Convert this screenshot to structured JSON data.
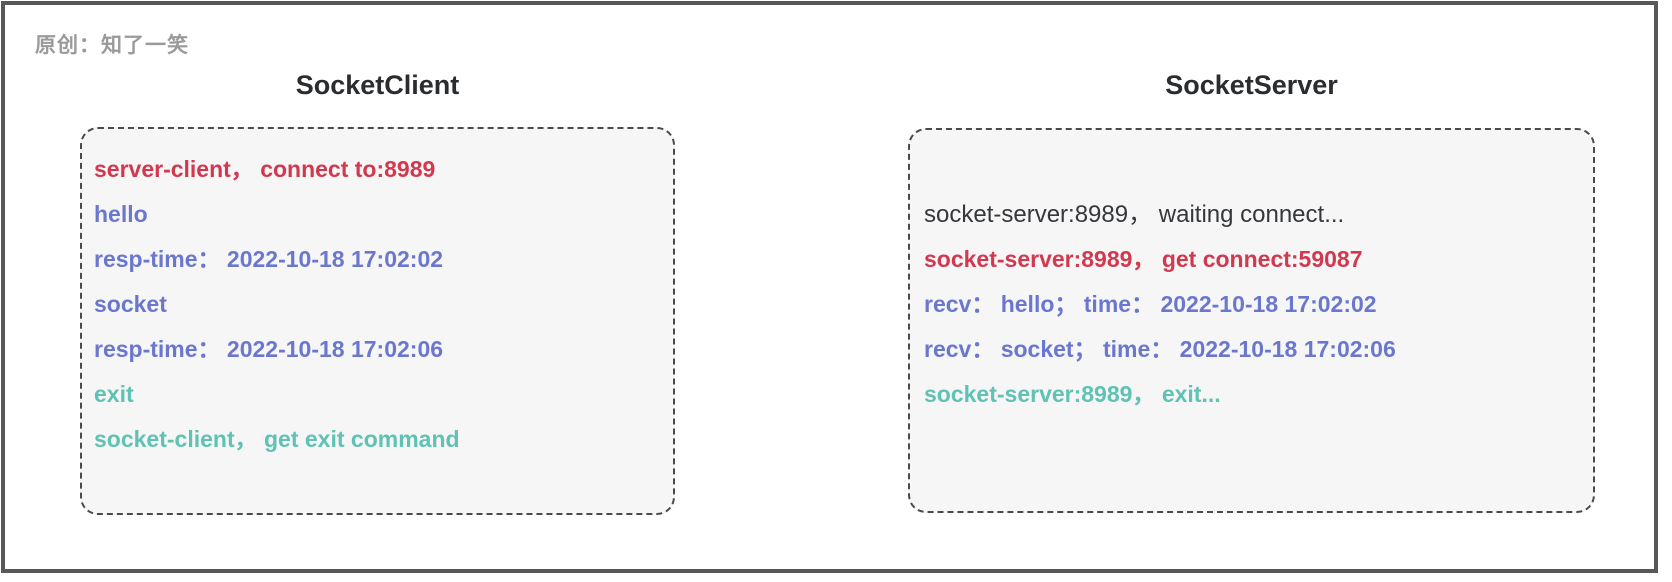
{
  "watermark": "原创：知了一笑",
  "colors": {
    "red": "#d23950",
    "blue": "#6b77cd",
    "teal": "#5fc2b3",
    "dark": "#35373a",
    "frame_border": "#585858",
    "box_background": "#f6f6f7",
    "box_border": "#4a4a4a",
    "title_text": "#2a2c30",
    "watermark_text": "#9a9a9a"
  },
  "panels": [
    {
      "title": "SocketClient",
      "lines": [
        {
          "text": "server-client， connect to:8989",
          "color": "red"
        },
        {
          "text": "hello",
          "color": "blue"
        },
        {
          "text": "resp-time： 2022-10-18 17:02:02",
          "color": "blue"
        },
        {
          "text": "socket",
          "color": "blue"
        },
        {
          "text": "resp-time： 2022-10-18 17:02:06",
          "color": "blue"
        },
        {
          "text": "exit",
          "color": "teal"
        },
        {
          "text": "socket-client， get exit command",
          "color": "teal"
        }
      ]
    },
    {
      "title": "SocketServer",
      "lines": [
        {
          "text": "socket-server:8989， waiting connect...",
          "color": "dark"
        },
        {
          "text": "socket-server:8989， get connect:59087",
          "color": "red"
        },
        {
          "text": "recv： hello； time： 2022-10-18 17:02:02",
          "color": "blue"
        },
        {
          "text": "recv： socket； time： 2022-10-18 17:02:06",
          "color": "blue"
        },
        {
          "text": "socket-server:8989， exit...",
          "color": "teal"
        }
      ]
    }
  ]
}
